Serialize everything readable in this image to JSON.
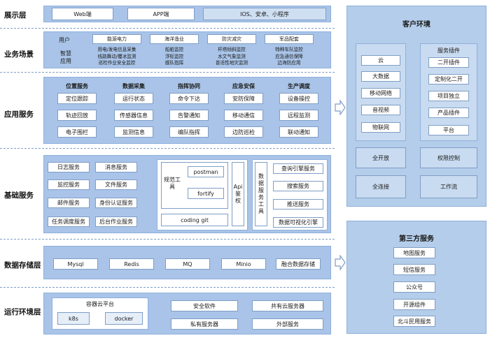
{
  "layers": {
    "presentation": "展示层",
    "business": "业务场景",
    "application": "应用服务",
    "foundation": "基础服务",
    "storage": "数据存储层",
    "runtime": "运行环境层"
  },
  "presentation": {
    "web": "Web端",
    "app": "APP端",
    "mobile": "IOS、安卓、小程序"
  },
  "business": {
    "user": "用户",
    "smart_line1": "智慧",
    "smart_line2": "应用",
    "categories": [
      "能源电力",
      "海洋渔业",
      "防灾减灾",
      "军品配套"
    ],
    "details": [
      [
        "用电/发电信息采集",
        "线路舞动/覆冰监测",
        "巡检作业安全监控"
      ],
      [
        "船舶监控",
        "浮标监控",
        "舰队指挥"
      ],
      [
        "杆塔倾斜监控",
        "水文气象监测",
        "普适性地灾监测"
      ],
      [
        "特种车队监控",
        "应急通信保障",
        "边海防应用"
      ]
    ]
  },
  "application": {
    "columns": [
      {
        "title": "位置服务",
        "items": [
          "定位跟踪",
          "轨迹回放",
          "电子围栏"
        ]
      },
      {
        "title": "数据采集",
        "items": [
          "运行状态",
          "传感器信息",
          "监测信息"
        ]
      },
      {
        "title": "指挥协同",
        "items": [
          "命令下达",
          "告警通知",
          "编队指挥"
        ]
      },
      {
        "title": "应急安保",
        "items": [
          "安防保障",
          "移动通信",
          "边防巡检"
        ]
      },
      {
        "title": "生产调度",
        "items": [
          "设备操控",
          "远程监测",
          "联动通知"
        ]
      }
    ]
  },
  "foundation": {
    "services": [
      "日志服务",
      "消息服务",
      "监控服务",
      "文件服务",
      "邮件服务",
      "身份认证服务",
      "任务调度服务",
      "后台作业服务"
    ],
    "spec_tools": "规范工具",
    "postman": "postman",
    "fortify": "fortify",
    "api_auth": "Api鉴权",
    "coding_git": "coding git",
    "data_tools": "数据服务工具",
    "data_services": [
      "查询引擎服务",
      "搜索服务",
      "推送服务",
      "数据可视化引擎"
    ]
  },
  "storage": {
    "items": [
      "Mysql",
      "Redis",
      "MQ",
      "Minio",
      "融合数据存储"
    ]
  },
  "runtime": {
    "container": "容器云平台",
    "k8s": "k8s",
    "docker": "docker",
    "items": [
      "安全软件",
      "共有云服务器",
      "私有服务器",
      "外部服务"
    ]
  },
  "customer": {
    "title": "客户环境",
    "left_items": [
      "云",
      "大数据",
      "移动网络",
      "音视频",
      "物联网"
    ],
    "plugin_title": "服务插件",
    "plugin_items": [
      "二开插件",
      "定制化二开",
      "项目独立",
      "产品插件",
      "平台"
    ],
    "open": "全开放",
    "connect": "全连接",
    "permission": "权限控制",
    "workflow": "工作流"
  },
  "third_party": {
    "title": "第三方服务",
    "items": [
      "地图服务",
      "短信服务",
      "公众号",
      "开源组件",
      "北斗民用服务"
    ]
  },
  "colors": {
    "panel": "#a9c4e8",
    "border": "#7f9ec6",
    "right_panel": "#b4cdea"
  }
}
